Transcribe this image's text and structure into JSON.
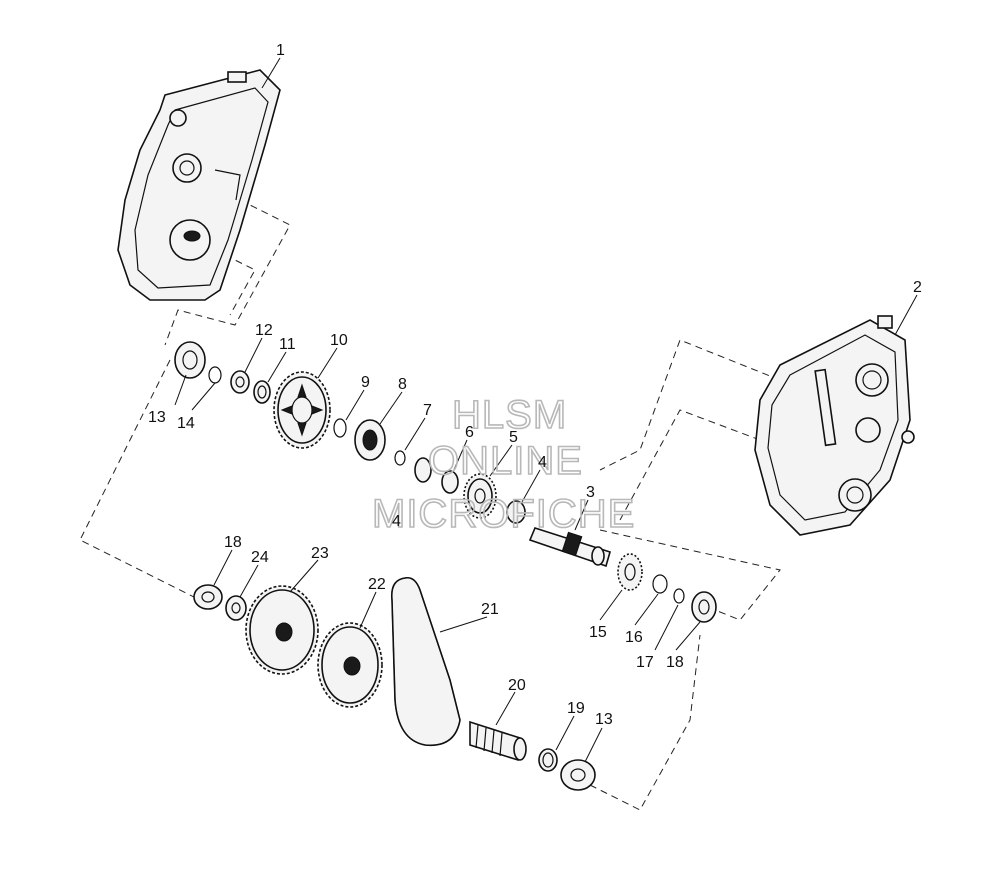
{
  "watermark": {
    "line1": "HLSM",
    "line2": "ONLINE",
    "line3": "MICROFICHE"
  },
  "callouts": {
    "c1": "1",
    "c2": "2",
    "c3": "3",
    "c4": "4",
    "c4b": "4",
    "c5": "5",
    "c6": "6",
    "c7": "7",
    "c8": "8",
    "c9": "9",
    "c10": "10",
    "c11": "11",
    "c12": "12",
    "c13": "13",
    "c13b": "13",
    "c14": "14",
    "c15": "15",
    "c16": "16",
    "c17": "17",
    "c18": "18",
    "c18b": "18",
    "c19": "19",
    "c20": "20",
    "c21": "21",
    "c22": "22",
    "c23": "23",
    "c24": "24"
  }
}
